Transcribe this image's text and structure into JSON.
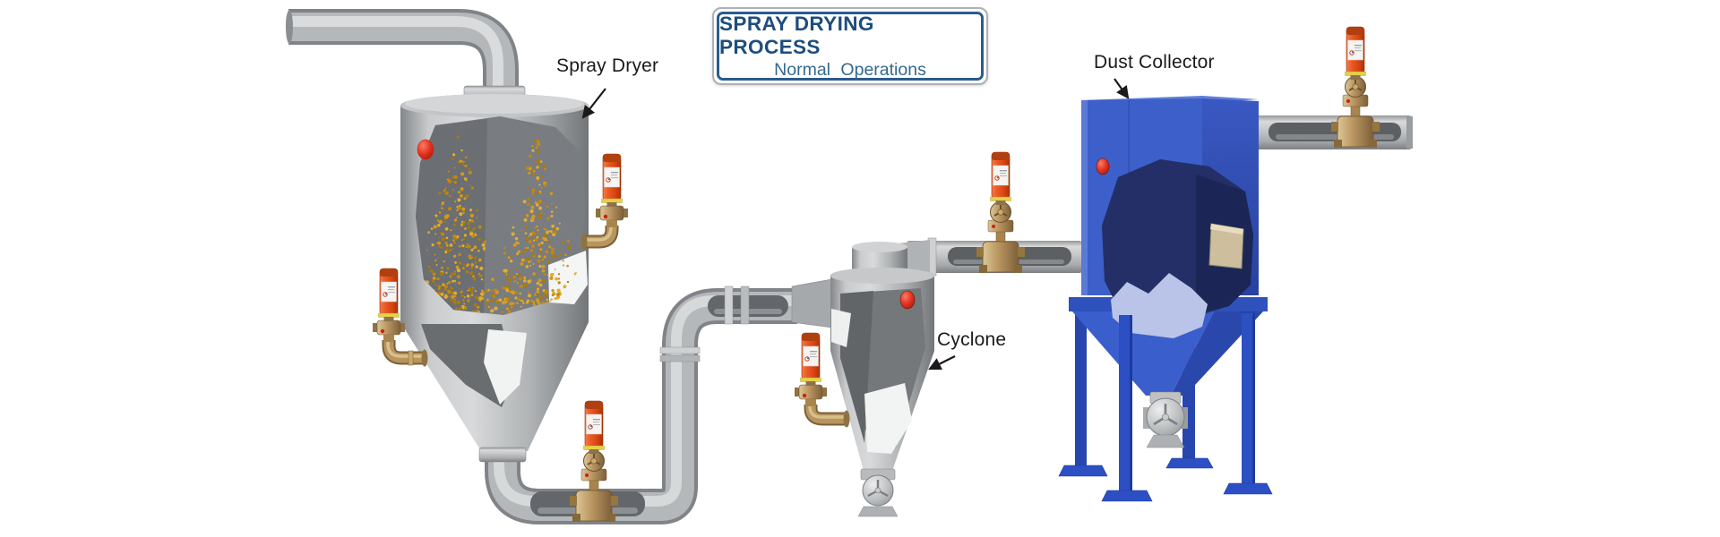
{
  "header": {
    "title": "SPRAY DRYING PROCESS",
    "subtitle": "Normal Operations"
  },
  "labels": {
    "spray_dryer": "Spray Dryer",
    "cyclone": "Cyclone",
    "dust_collector": "Dust Collector"
  },
  "colors": {
    "background": "#ffffff",
    "title_text": "#1d4d7d",
    "subtitle_text": "#34698f",
    "title_border": "#2a5c8e",
    "label_text": "#1a1a1a",
    "equipment_gray": "#b5b8ba",
    "dust_collector_blue": "#3c5fc9",
    "suppressor_red": "#e8541e",
    "brass_fitting": "#b8945f",
    "particle_gold": "#d29b1e",
    "detector_knob_red": "#d3261a"
  }
}
